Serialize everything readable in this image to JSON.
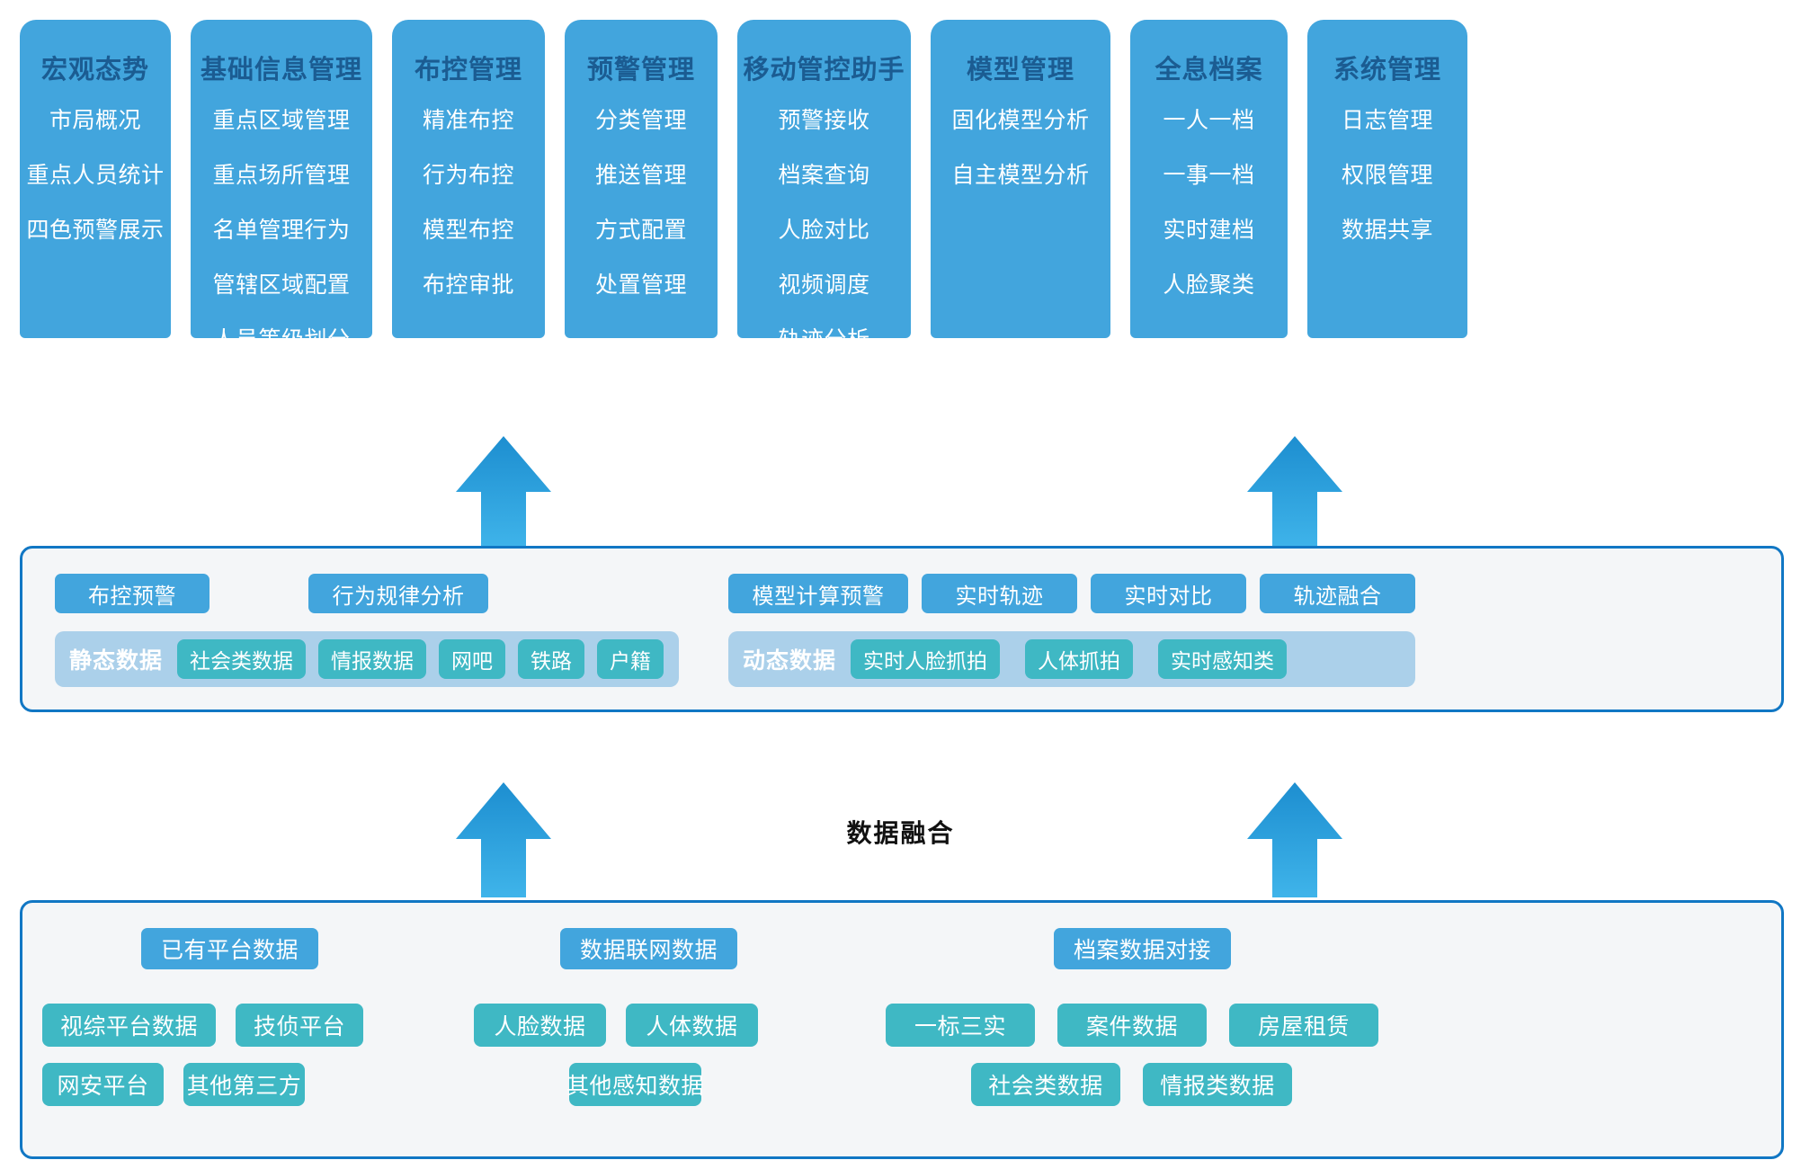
{
  "diagram": {
    "fusion_label": "数据融合",
    "colors": {
      "primary_blue": "#42a5dd",
      "title_blue": "#1b5c92",
      "teal": "#3fb8c4",
      "light_blue_panel": "#abd0ea",
      "band_border": "#1177c4",
      "band_fill": "#f4f6f8",
      "arrow_blue": "#1d8ed0"
    }
  },
  "application_layer": {
    "columns": [
      {
        "title": "宏观态势",
        "items": [
          "市局概况",
          "重点人员统计",
          "四色预警展示"
        ]
      },
      {
        "title": "基础信息管理",
        "items": [
          "重点区域管理",
          "重点场所管理",
          "名单管理行为",
          "管辖区域配置",
          "人员等级划分"
        ]
      },
      {
        "title": "布控管理",
        "items": [
          "精准布控",
          "行为布控",
          "模型布控",
          "布控审批"
        ]
      },
      {
        "title": "预警管理",
        "items": [
          "分类管理",
          "推送管理",
          "方式配置",
          "处置管理"
        ]
      },
      {
        "title": "移动管控助手",
        "items": [
          "预警接收",
          "档案查询",
          "人脸对比",
          "视频调度",
          "轨迹分析"
        ]
      },
      {
        "title": "模型管理",
        "items": [
          "固化模型分析",
          "自主模型分析"
        ]
      },
      {
        "title": "全息档案",
        "items": [
          "一人一档",
          "一事一档",
          "实时建档",
          "人脸聚类"
        ]
      },
      {
        "title": "系统管理",
        "items": [
          "日志管理",
          "权限管理",
          "数据共享"
        ]
      }
    ]
  },
  "fusion_layer": {
    "left": {
      "capabilities": [
        "布控预警",
        "行为规律分析"
      ],
      "panel_label": "静态数据",
      "data_types": [
        "社会类数据",
        "情报数据",
        "网吧",
        "铁路",
        "户籍"
      ]
    },
    "right": {
      "capabilities": [
        "模型计算预警",
        "实时轨迹",
        "实时对比",
        "轨迹融合"
      ],
      "panel_label": "动态数据",
      "data_types": [
        "实时人脸抓拍",
        "人体抓拍",
        "实时感知类"
      ]
    }
  },
  "source_layer": {
    "groups": [
      {
        "header": "已有平台数据",
        "rows": [
          [
            "视综平台数据",
            "技侦平台"
          ],
          [
            "网安平台",
            "其他第三方"
          ]
        ]
      },
      {
        "header": "数据联网数据",
        "rows": [
          [
            "人脸数据",
            "人体数据"
          ],
          [
            "其他感知数据"
          ]
        ]
      },
      {
        "header": "档案数据对接",
        "rows": [
          [
            "一标三实",
            "案件数据",
            "房屋租赁"
          ],
          [
            "社会类数据",
            "情报类数据"
          ]
        ]
      }
    ]
  }
}
